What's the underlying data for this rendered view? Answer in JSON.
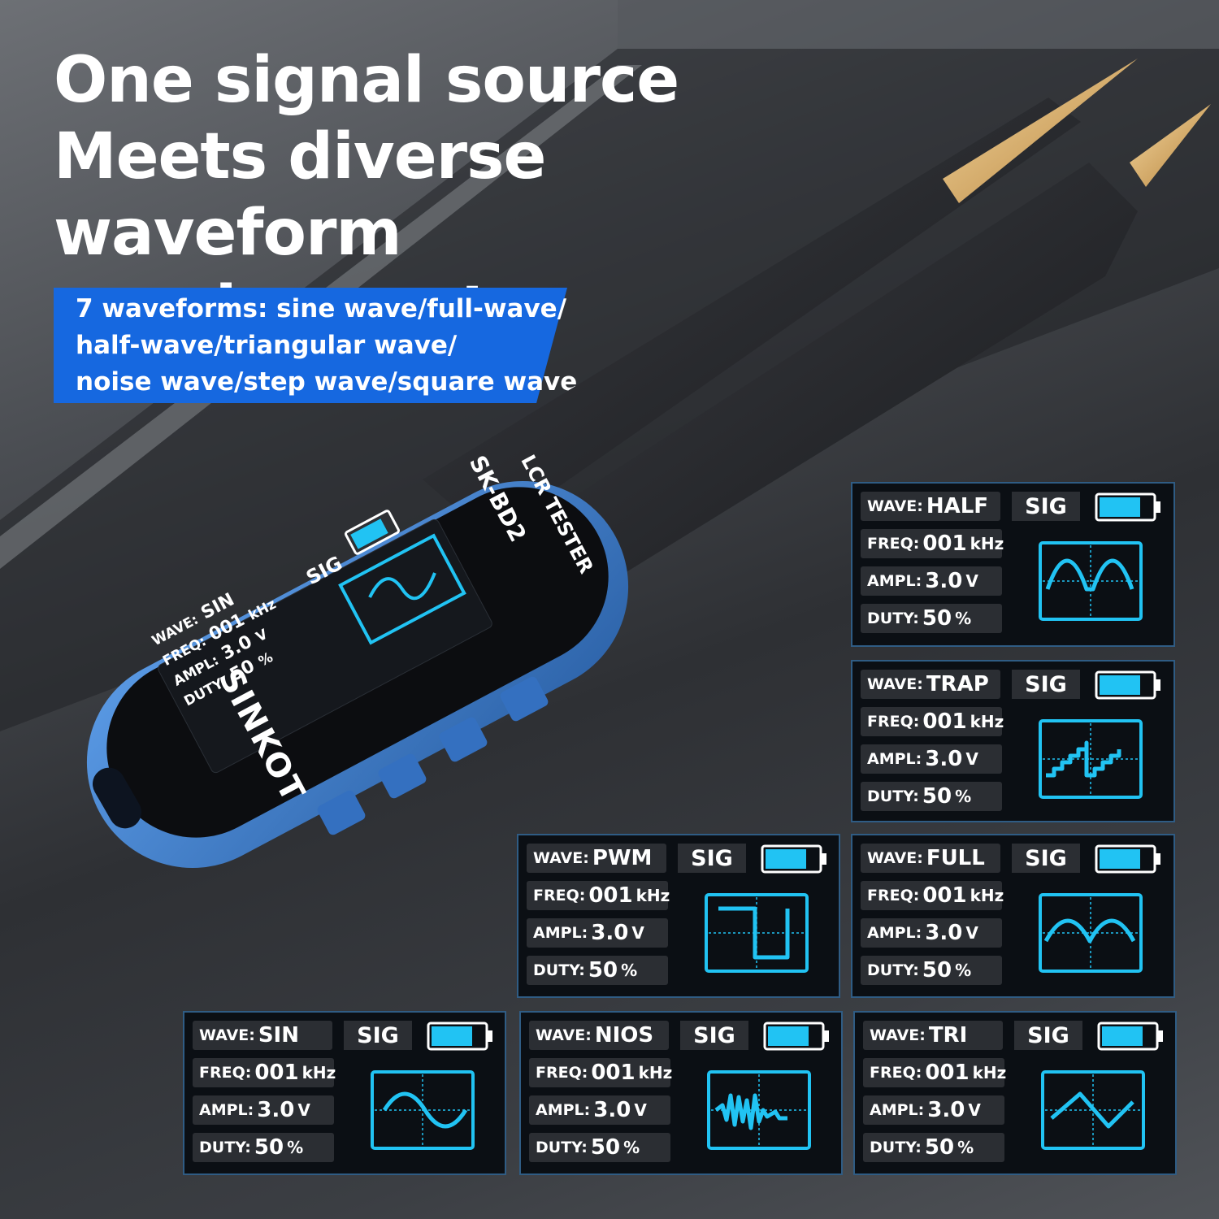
{
  "headline": [
    "One signal source",
    "Meets diverse waveform",
    "requirements"
  ],
  "banner": [
    "7 waveforms: sine wave/full-wave/",
    "half-wave/triangular wave/",
    "noise wave/step wave/square wave"
  ],
  "device": {
    "brand": "SINKOT",
    "model": "SK-BD2",
    "product": "LCR TESTER",
    "sig": "SIG",
    "wave_label": "WAVE:",
    "wave": "SIN",
    "freq_label": "FREQ:",
    "freq": "001",
    "freq_unit": "kHz",
    "ampl_label": "AMPL:",
    "ampl": "3.0",
    "ampl_unit": "V",
    "duty_label": "DUTY:",
    "duty": "50",
    "duty_unit": "%",
    "battery_level": 0.75
  },
  "panels": [
    {
      "wave": "HALF",
      "sig": "SIG",
      "freq": "001",
      "freq_unit": "kHz",
      "ampl": "3.0",
      "ampl_unit": "V",
      "duty": "50",
      "duty_unit": "%",
      "battery_level": 0.8,
      "icon": "half-wave-icon"
    },
    {
      "wave": "TRAP",
      "sig": "SIG",
      "freq": "001",
      "freq_unit": "kHz",
      "ampl": "3.0",
      "ampl_unit": "V",
      "duty": "50",
      "duty_unit": "%",
      "battery_level": 0.8,
      "icon": "step-wave-icon"
    },
    {
      "wave": "PWM",
      "sig": "SIG",
      "freq": "001",
      "freq_unit": "kHz",
      "ampl": "3.0",
      "ampl_unit": "V",
      "duty": "50",
      "duty_unit": "%",
      "battery_level": 0.8,
      "icon": "square-wave-icon"
    },
    {
      "wave": "FULL",
      "sig": "SIG",
      "freq": "001",
      "freq_unit": "kHz",
      "ampl": "3.0",
      "ampl_unit": "V",
      "duty": "50",
      "duty_unit": "%",
      "battery_level": 0.8,
      "icon": "full-wave-icon"
    },
    {
      "wave": "SIN",
      "sig": "SIG",
      "freq": "001",
      "freq_unit": "kHz",
      "ampl": "3.0",
      "ampl_unit": "V",
      "duty": "50",
      "duty_unit": "%",
      "battery_level": 0.8,
      "icon": "sine-wave-icon"
    },
    {
      "wave": "NIOS",
      "sig": "SIG",
      "freq": "001",
      "freq_unit": "kHz",
      "ampl": "3.0",
      "ampl_unit": "V",
      "duty": "50",
      "duty_unit": "%",
      "battery_level": 0.8,
      "icon": "noise-wave-icon"
    },
    {
      "wave": "TRI",
      "sig": "SIG",
      "freq": "001",
      "freq_unit": "kHz",
      "ampl": "3.0",
      "ampl_unit": "V",
      "duty": "50",
      "duty_unit": "%",
      "battery_level": 0.8,
      "icon": "triangle-wave-icon"
    }
  ],
  "labels": {
    "wave": "WAVE:",
    "freq": "FREQ:",
    "ampl": "AMPL:",
    "duty": "DUTY:"
  },
  "colors": {
    "accent": "#1668e0",
    "cyan": "#21c3f3",
    "device_blue": "#3a7fd0",
    "panel_bg": "#0b0f14",
    "cell_bg": "#2b2e33"
  }
}
